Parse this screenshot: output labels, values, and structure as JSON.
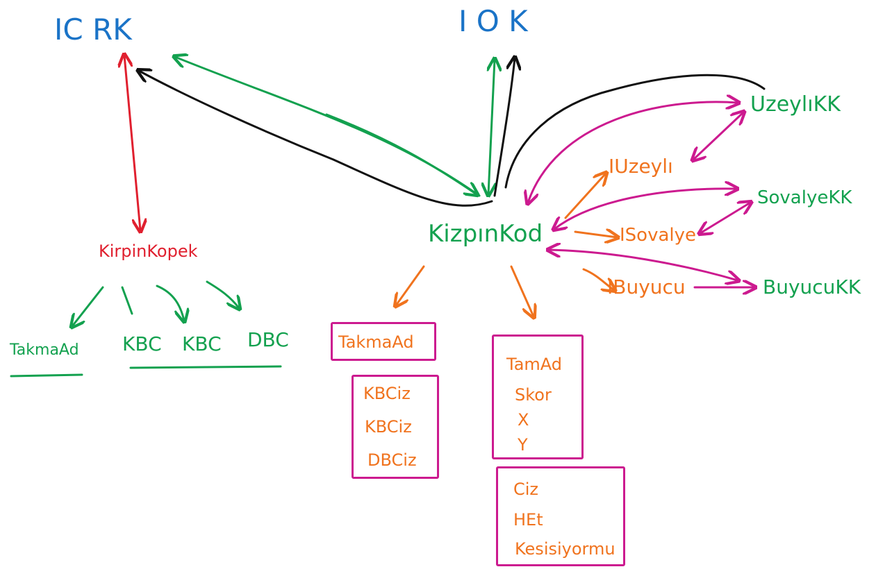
{
  "colors": {
    "blue": "#1a73c7",
    "red": "#e0202f",
    "green": "#13a14f",
    "orange": "#f0731e",
    "magenta": "#cc1a8f",
    "black": "#111111"
  },
  "nodes": {
    "icrk": "IC RK",
    "iok": "I O K",
    "kirpin_kopek": "KirpinKopek",
    "kizpinkod": "KizpınKod",
    "uzeyli_kk": "UzeylıKK",
    "sovalye_kk": "SovalyeKK",
    "buyucu_kk": "BuyucuKK",
    "i_uzeyli": "IUzeylı",
    "i_sovalye": "ISovalye",
    "i_buyucu": "IBuyucu"
  },
  "kirpin_children": [
    "TakmaAd",
    "KBC",
    "KBC",
    "DBC"
  ],
  "boxes": {
    "takma_ad": [
      "TakmaAd"
    ],
    "kbc_list": [
      "KBCiz",
      "KBCiz",
      "DBCiz"
    ],
    "fields": [
      "TamAd",
      "Skor",
      "X",
      "Y"
    ],
    "methods": [
      "Ciz",
      "HEt",
      "Kesisiyormu"
    ]
  }
}
